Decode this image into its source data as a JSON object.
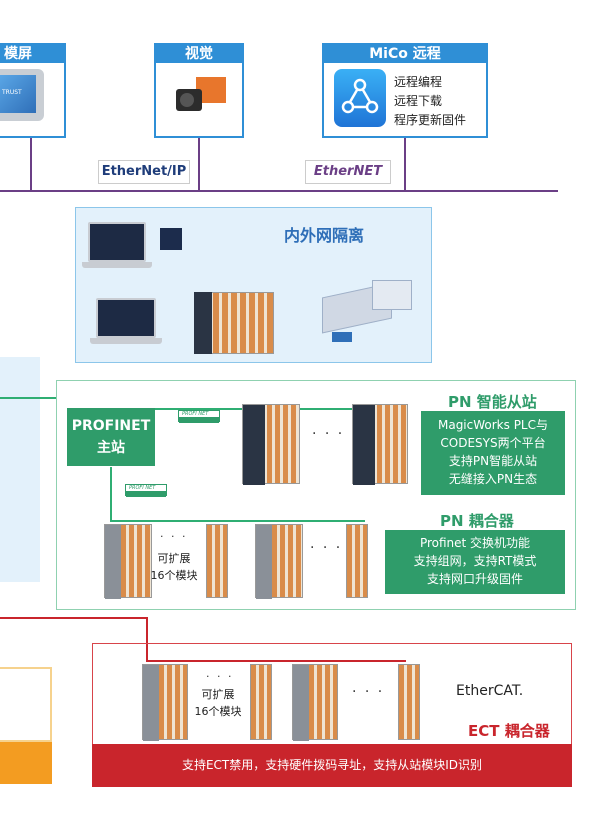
{
  "top": {
    "screen_box_title": "模屏",
    "screen_brand": "TRUST",
    "vision_box_title": "视觉",
    "mico_box_title": "MiCo 远程",
    "mico_lines": [
      "远程编程",
      "远程下载",
      "程序更新固件"
    ],
    "ethernet_ip_logo": "EtherNet/IP",
    "ethernet_logo": "EtherNET"
  },
  "isolation": {
    "title": "内外网隔离"
  },
  "pn": {
    "master_label": "PROFINET\n主站",
    "profi_logo": "PROFI NET",
    "smart_slave_title": "PN 智能从站",
    "smart_slave_lines": [
      "MagicWorks PLC与",
      "CODESYS两个平台",
      "支持PN智能从站",
      "无缝接入PN生态"
    ],
    "coupler_title": "PN 耦合器",
    "coupler_lines": [
      "Profinet 交换机功能",
      "支持组网，支持RT模式",
      "支持网口升级固件"
    ],
    "expand_text": [
      "可扩展",
      "16个模块"
    ],
    "dots": "· · ·"
  },
  "ect": {
    "title": "ECT 耦合器",
    "ethercat_logo": "EtherCAT.",
    "expand_text": [
      "可扩展",
      "16个模块"
    ],
    "banner": "支持ECT禁用，支持硬件拨码寻址，支持从站模块ID识别",
    "dots": "· · ·"
  },
  "colors": {
    "blue": "#2f8fd6",
    "purple": "#6b3f86",
    "green": "#2f9c6a",
    "red": "#c9252c"
  }
}
